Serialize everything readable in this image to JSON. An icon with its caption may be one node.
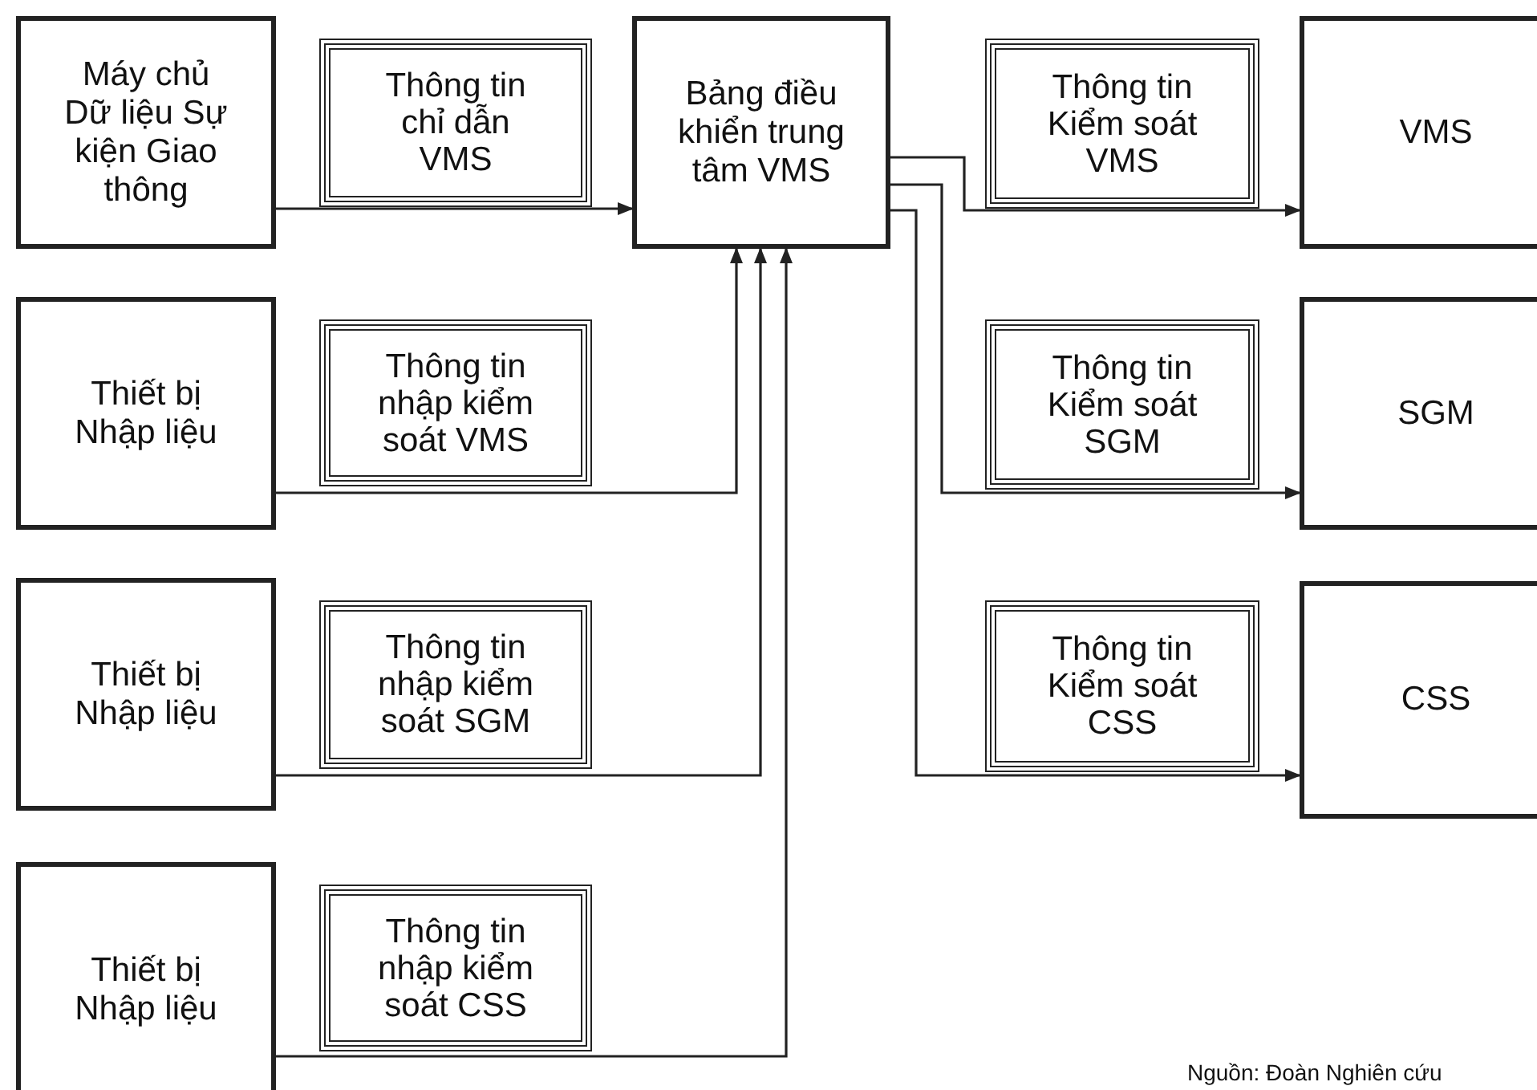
{
  "diagram": {
    "nodes": [
      {
        "text": [
          "Máy chủ Dữ liệu Sự kiện Giao thông"
        ]
      },
      {
        "text": [
          "Thông tin chỉ dẫn VMS"
        ]
      },
      {
        "text": [
          "Bảng điều khiển trung tâm VMS"
        ]
      },
      {
        "text": [
          "Thông tin Kiểm soát VMS"
        ]
      },
      {
        "text": [
          "VMS"
        ]
      },
      {
        "text": [
          "Thiết bị Nhập liệu"
        ]
      },
      {
        "text": [
          "Thông tin nhập kiểm soát VMS"
        ]
      },
      {
        "text": [
          "Thông tin Kiểm soát SGM"
        ]
      },
      {
        "text": [
          "SGM"
        ]
      },
      {
        "text": [
          "Thiết bị Nhập liệu"
        ]
      },
      {
        "text": [
          "Thông tin nhập kiểm soát SGM"
        ]
      },
      {
        "text": [
          "Thông tin Kiểm soát CSS"
        ]
      },
      {
        "text": [
          "CSS"
        ]
      },
      {
        "text": [
          "Thiết bị Nhập liệu"
        ]
      },
      {
        "text": [
          "Thông tin nhập kiểm soát CSS"
        ]
      }
    ],
    "edges": [
      {
        "from": 0,
        "to": 2,
        "arrow": "to"
      },
      {
        "from": 5,
        "to": 2,
        "arrow": "to"
      },
      {
        "from": 9,
        "to": 2,
        "arrow": "to"
      },
      {
        "from": 13,
        "to": 2,
        "arrow": "to"
      },
      {
        "from": 2,
        "to": 4,
        "arrow": "to"
      },
      {
        "from": 2,
        "to": 8,
        "arrow": "to"
      },
      {
        "from": 2,
        "to": 12,
        "arrow": "to"
      }
    ],
    "labels": [
      "Nguồn: Đoàn Nghiên cứu"
    ]
  }
}
